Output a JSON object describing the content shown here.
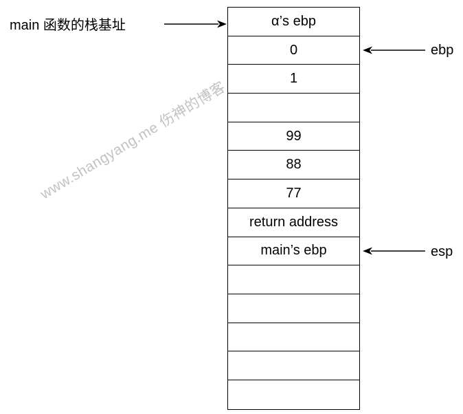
{
  "labels": {
    "main_base": "main 函数的栈基址",
    "ebp": "ebp",
    "esp": "esp"
  },
  "stack_cells": [
    "α’s ebp",
    "0",
    "1",
    "",
    "99",
    "88",
    "77",
    "return address",
    "main’s ebp",
    "",
    "",
    "",
    "",
    ""
  ],
  "watermark": "www.shangyang.me 伤神的博客",
  "colors": {
    "line": "#000000",
    "background": "#ffffff"
  }
}
